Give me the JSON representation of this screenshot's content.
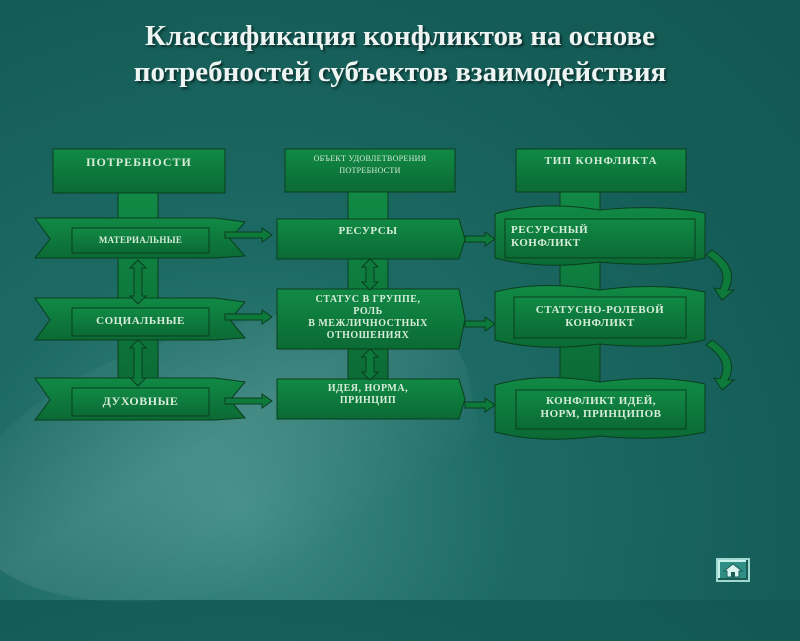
{
  "title": {
    "line1": "Классификация конфликтов на основе",
    "line2": "потребностей субъектов взаимодействия"
  },
  "columns": {
    "needs_header": "ПОТРЕБНОСТИ",
    "object_header_line1": "ОБЪЕКТ УДОВЛЕТВОРЕНИЯ",
    "object_header_line2": "ПОТРЕБНОСТИ",
    "type_header": "ТИП КОНФЛИКТА"
  },
  "needs": [
    "МАТЕРИАЛЬНЫЕ",
    "СОЦИАЛЬНЫЕ",
    "ДУХОВНЫЕ"
  ],
  "objects": {
    "resources": "РЕСУРСЫ",
    "status": [
      "СТАТУС В ГРУППЕ,",
      "РОЛЬ",
      "В МЕЖЛИЧНОСТНЫХ",
      "ОТНОШЕНИЯХ"
    ],
    "idea": [
      "ИДЕЯ, НОРМА,",
      "ПРИНЦИП"
    ]
  },
  "conflicts": {
    "resource": [
      "РЕСУРСНЫЙ",
      "КОНФЛИКТ"
    ],
    "status_role": [
      "СТАТУСНО-РОЛЕВОЙ",
      "КОНФЛИКТ"
    ],
    "ideas": [
      "КОНФЛИКТ ИДЕЙ,",
      "НОРМ, ПРИНЦИПОВ"
    ]
  },
  "colors": {
    "box_fill": "#0d7a3c",
    "box_border": "#0a3e1f",
    "text": "#d6ecd9"
  },
  "nav": {
    "icon": "home-icon"
  }
}
